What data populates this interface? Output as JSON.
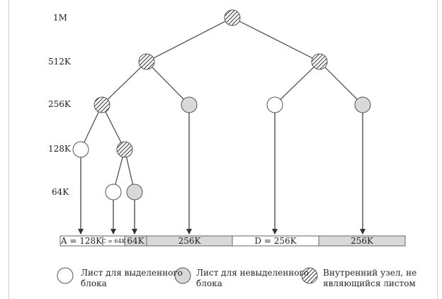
{
  "levels": [
    "1M",
    "512K",
    "256K",
    "128K",
    "64K"
  ],
  "memory_blocks": [
    {
      "label": "A = 128K",
      "state": "allocated"
    },
    {
      "label": "C = 64K",
      "state": "allocated"
    },
    {
      "label": "64K",
      "state": "free"
    },
    {
      "label": "256K",
      "state": "free"
    },
    {
      "label": "D = 256K",
      "state": "allocated"
    },
    {
      "label": "256K",
      "state": "free"
    }
  ],
  "legend": {
    "allocated": {
      "line1": "Лист для выделенного",
      "line2": "блока"
    },
    "free": {
      "line1": "Лист для невыделенного",
      "line2": "блока"
    },
    "internal": {
      "line1": "Внутренний узел, не",
      "line2": "являющийся листом"
    }
  },
  "colors": {
    "free_fill": "#d9d9d9",
    "allocated_fill": "#ffffff",
    "line": "#444444"
  }
}
